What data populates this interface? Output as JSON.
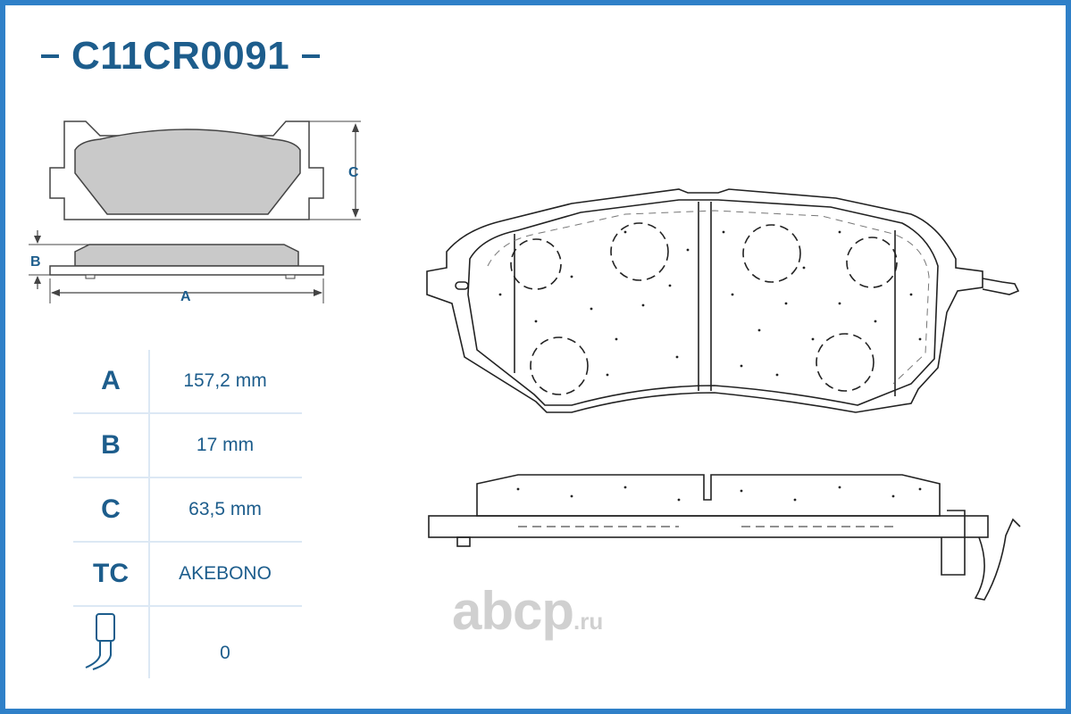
{
  "title": {
    "code": "C11CR0091"
  },
  "diagram_labels": {
    "a": "A",
    "b": "B",
    "c": "C"
  },
  "specs": [
    {
      "key": "A",
      "value": "157,2 mm"
    },
    {
      "key": "B",
      "value": "17 mm"
    },
    {
      "key": "C",
      "value": "63,5 mm"
    },
    {
      "key": "TC",
      "value": "AKEBONO"
    },
    {
      "key": "sensor-icon",
      "value": "0"
    }
  ],
  "watermark": {
    "brand": "abcp",
    "tld": ".ru"
  },
  "colors": {
    "accent": "#1d5d8c",
    "border": "#2f80c8",
    "pad_fill": "#c9c9c9"
  }
}
